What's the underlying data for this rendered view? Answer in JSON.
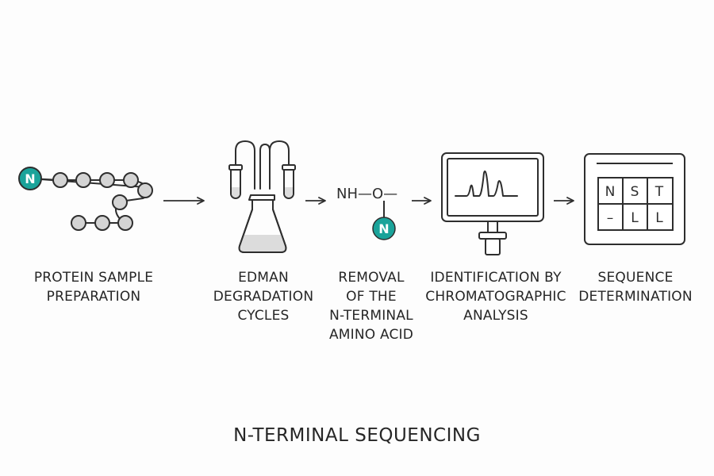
{
  "colors": {
    "accent": "#1aa39a",
    "stroke": "#2e2e2e",
    "fill_gray": "#d4d4d4",
    "liquid": "#dcdcdc"
  },
  "steps": [
    {
      "lines": [
        "PROTEIN SAMPLE",
        "PREPARATION"
      ]
    },
    {
      "lines": [
        "EDMAN",
        "DEGRADATION",
        "CYCLES"
      ]
    },
    {
      "lines": [
        "REMOVAL",
        "OF THE",
        "N-TERMINAL",
        "AMINO ACID"
      ]
    },
    {
      "lines": [
        "IDENTIFICATION BY",
        "CHROMATOGRAPHIC",
        "ANALYSIS"
      ]
    },
    {
      "lines": [
        "SEQUENCE",
        "DETERMINATION"
      ]
    }
  ],
  "protein": {
    "terminal_letter": "N"
  },
  "removal": {
    "chain_text": "NH—O—",
    "released_letter": "N"
  },
  "sequence_grid": {
    "row1": [
      "N",
      "S",
      "T"
    ],
    "row2": [
      "–",
      "L",
      "L"
    ]
  },
  "icons": [
    "protein-chain-icon",
    "edman-apparatus-icon",
    "amino-acid-removal-icon",
    "chromatography-monitor-icon",
    "sequence-grid-icon",
    "arrow-icon"
  ],
  "title": "N-TERMINAL SEQUENCING"
}
